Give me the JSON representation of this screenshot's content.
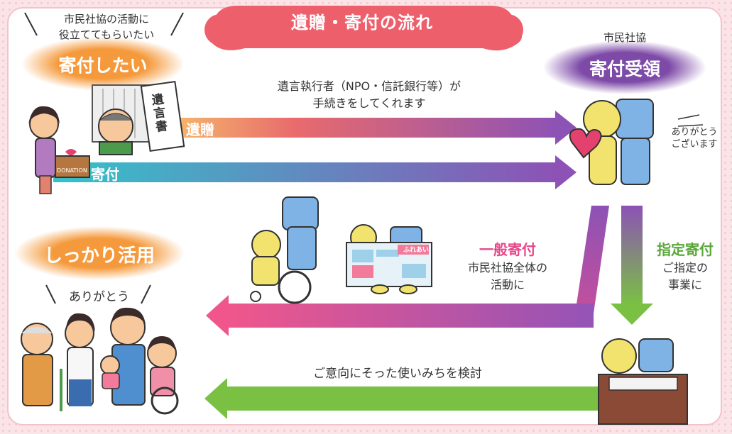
{
  "title": "遺贈・寄付の流れ",
  "donor": {
    "caption_line1": "市民社協の活動に",
    "caption_line2": "役立ててもらいたい",
    "badge": "寄付したい",
    "will_label": "遺言書",
    "box_label": "DONATION"
  },
  "receiver": {
    "org": "市民社協",
    "badge": "寄付受領",
    "thanks_line1": "ありがとう",
    "thanks_line2": "ございます"
  },
  "executor": {
    "line1": "遺言執行者（NPO・信託銀行等）が",
    "line2": "手続きをしてくれます"
  },
  "arrows": {
    "bequest": "遺贈",
    "donation": "寄付"
  },
  "general": {
    "title": "一般寄付",
    "line1": "市民社協全体の",
    "line2": "活動に"
  },
  "designated": {
    "title": "指定寄付",
    "line1": "ご指定の",
    "line2": "事業に"
  },
  "use": {
    "badge": "しっかり活用",
    "thanks": "ありがとう"
  },
  "consider": "ご意向にそった使いみちを検討",
  "newspaper_label": "ふれあい"
}
